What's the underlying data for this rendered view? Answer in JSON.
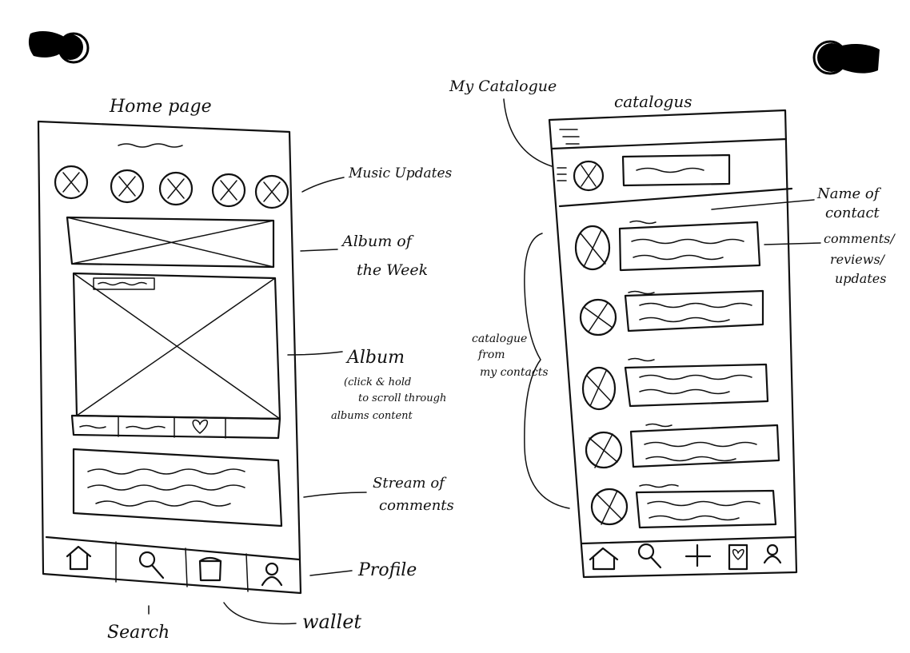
{
  "title_left": "Home page",
  "title_right": "catalogus",
  "annotations": {
    "music_updates": "Music Updates",
    "album_week_1": "Album of",
    "album_week_2": "the Week",
    "album": "Album",
    "album_note_1": "(click & hold",
    "album_note_2": "to scroll through",
    "album_note_3": "albums content",
    "stream_1": "Stream of",
    "stream_2": "comments",
    "profile": "Profile",
    "search": "Search",
    "wallet": "wallet",
    "my_catalogue": "My Catalogue",
    "name_contact_1": "Name of",
    "name_contact_2": "contact",
    "comments_1": "comments/",
    "comments_2": "reviews/",
    "comments_3": "updates",
    "catalogue_contacts_1": "catalogue",
    "catalogue_contacts_2": "from",
    "catalogue_contacts_3": "my contacts"
  },
  "icons": {
    "left_nav": [
      "home-icon",
      "search-icon",
      "wallet-icon",
      "profile-icon"
    ],
    "right_nav": [
      "home-icon",
      "search-icon",
      "plus-icon",
      "heart-bag-icon",
      "profile-icon"
    ]
  },
  "colors": {
    "ink": "#111111",
    "paper": "#ffffff"
  }
}
